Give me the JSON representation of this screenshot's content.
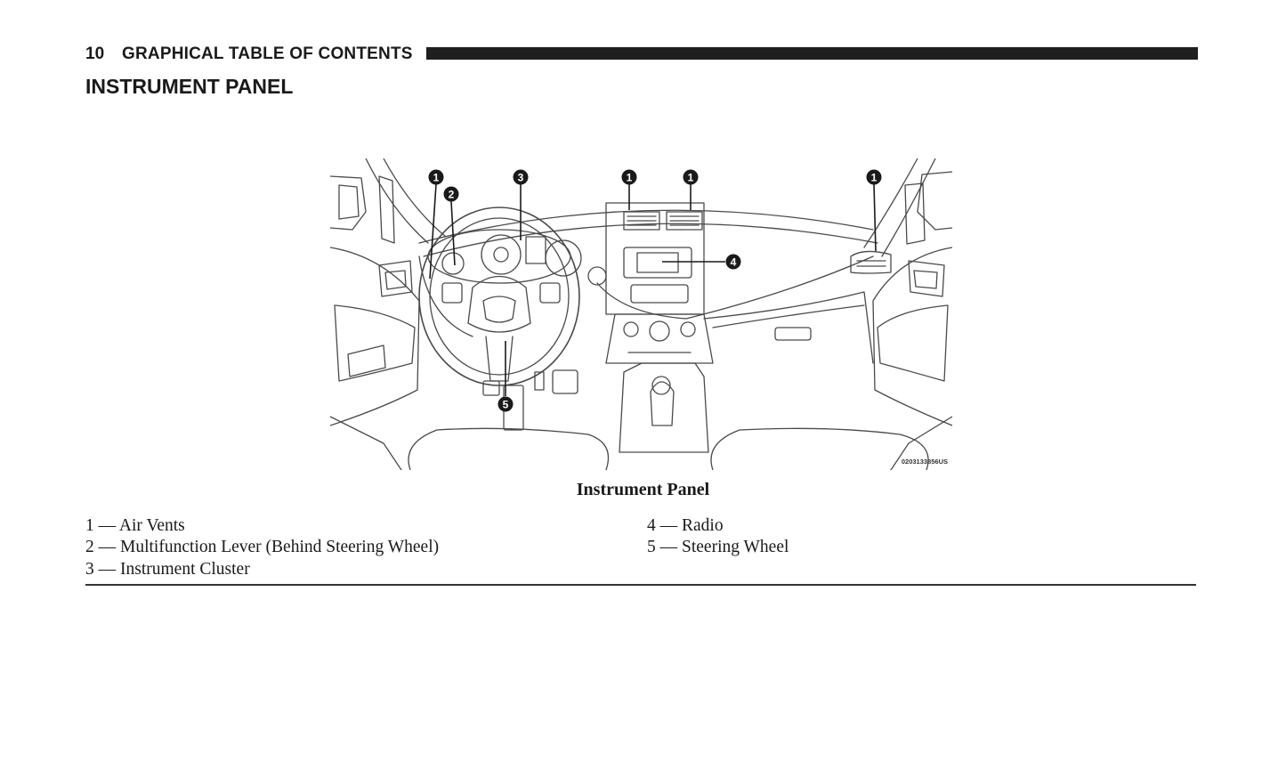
{
  "header": {
    "page_number": "10",
    "running_head": "GRAPHICAL TABLE OF CONTENTS"
  },
  "section_title": "INSTRUMENT PANEL",
  "figure": {
    "image_code": "0203133856US",
    "callouts": [
      "1",
      "2",
      "3",
      "1",
      "1",
      "1",
      "4",
      "5"
    ],
    "caption": "Instrument Panel"
  },
  "legend": {
    "left": [
      "1 — Air Vents",
      "2 — Multifunction Lever (Behind Steering Wheel)",
      "3 — Instrument Cluster"
    ],
    "right": [
      "4 — Radio",
      "5 — Steering Wheel"
    ]
  }
}
